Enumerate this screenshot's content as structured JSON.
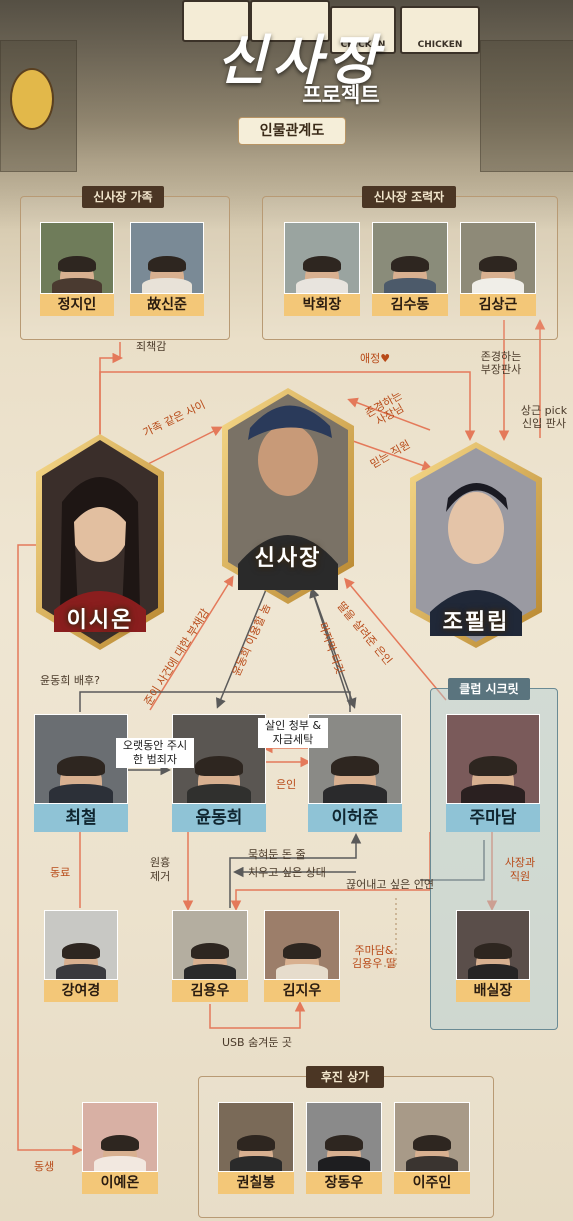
{
  "title": {
    "main": "신사장",
    "sub": "프로젝트",
    "diagram_label": "인물관계도"
  },
  "background_signs": [
    "CHICKEN",
    "CHICKEN"
  ],
  "groups": {
    "family": {
      "label": "신사장 가족",
      "members": [
        {
          "name": "정지인"
        },
        {
          "name": "故신준"
        }
      ]
    },
    "helpers": {
      "label": "신사장 조력자",
      "members": [
        {
          "name": "박회장"
        },
        {
          "name": "김수동"
        },
        {
          "name": "김상근"
        }
      ]
    },
    "club": {
      "label": "클럽 시크릿",
      "members": [
        {
          "name": "주마담"
        },
        {
          "name": "배실장"
        }
      ]
    },
    "shops": {
      "label": "후진 상가",
      "members": [
        {
          "name": "권칠봉"
        },
        {
          "name": "장동우"
        },
        {
          "name": "이주인"
        }
      ]
    }
  },
  "main_characters": {
    "center": {
      "name": "신사장"
    },
    "left": {
      "name": "이시온"
    },
    "right": {
      "name": "조필립"
    }
  },
  "characters": {
    "choicheol": {
      "name": "최철"
    },
    "yoondonghee": {
      "name": "윤동희"
    },
    "leeheojun": {
      "name": "이허준"
    },
    "kangyeokyung": {
      "name": "강여경"
    },
    "kimyongwoo": {
      "name": "김용우"
    },
    "kimjiwoo": {
      "name": "김지우"
    },
    "leeyeon": {
      "name": "이예온"
    }
  },
  "relations": {
    "guilt": "죄책감",
    "affection": "애정♥",
    "respected_judge": "존경하는 부장판사",
    "sanggeun_pick": "상근 pick 신입 판사",
    "like_family": "가족 같은 사이",
    "respected_boss": "존경하는 사장님",
    "trusted_staff": "믿는 직원",
    "yoon_behind": "윤동희 배후?",
    "guilt_incident": "준이 사건에 대한 부채감",
    "use_him": "윤동희 이용할 놈",
    "last_target": "마지막 타깃",
    "savior": "딸을 살려준 은인",
    "long_watched": "오랫동안 주시한 범죄자",
    "murder_laundering": "살인 청부 & 자금세탁",
    "benefactor": "은인",
    "colleague": "동료",
    "remove_witness": "원흉 제거",
    "held_money": "묵혀둔 돈 줄",
    "want_cleanup": "치우고 싶은 상대",
    "cut_ties": "끊어내고 싶은 인연",
    "boss_staff": "사장과 직원",
    "daughter": "주마담& 김용우 딸",
    "usb": "USB 숨겨둔 곳",
    "sister": "동생"
  },
  "colors": {
    "relation_line": "#e4795a",
    "arrow_dark": "#5a5a5a",
    "name_gold": "#f3c778",
    "name_blue": "#8fc3d6",
    "group_brown": "#4b3624",
    "group_teal": "#5a747e"
  }
}
